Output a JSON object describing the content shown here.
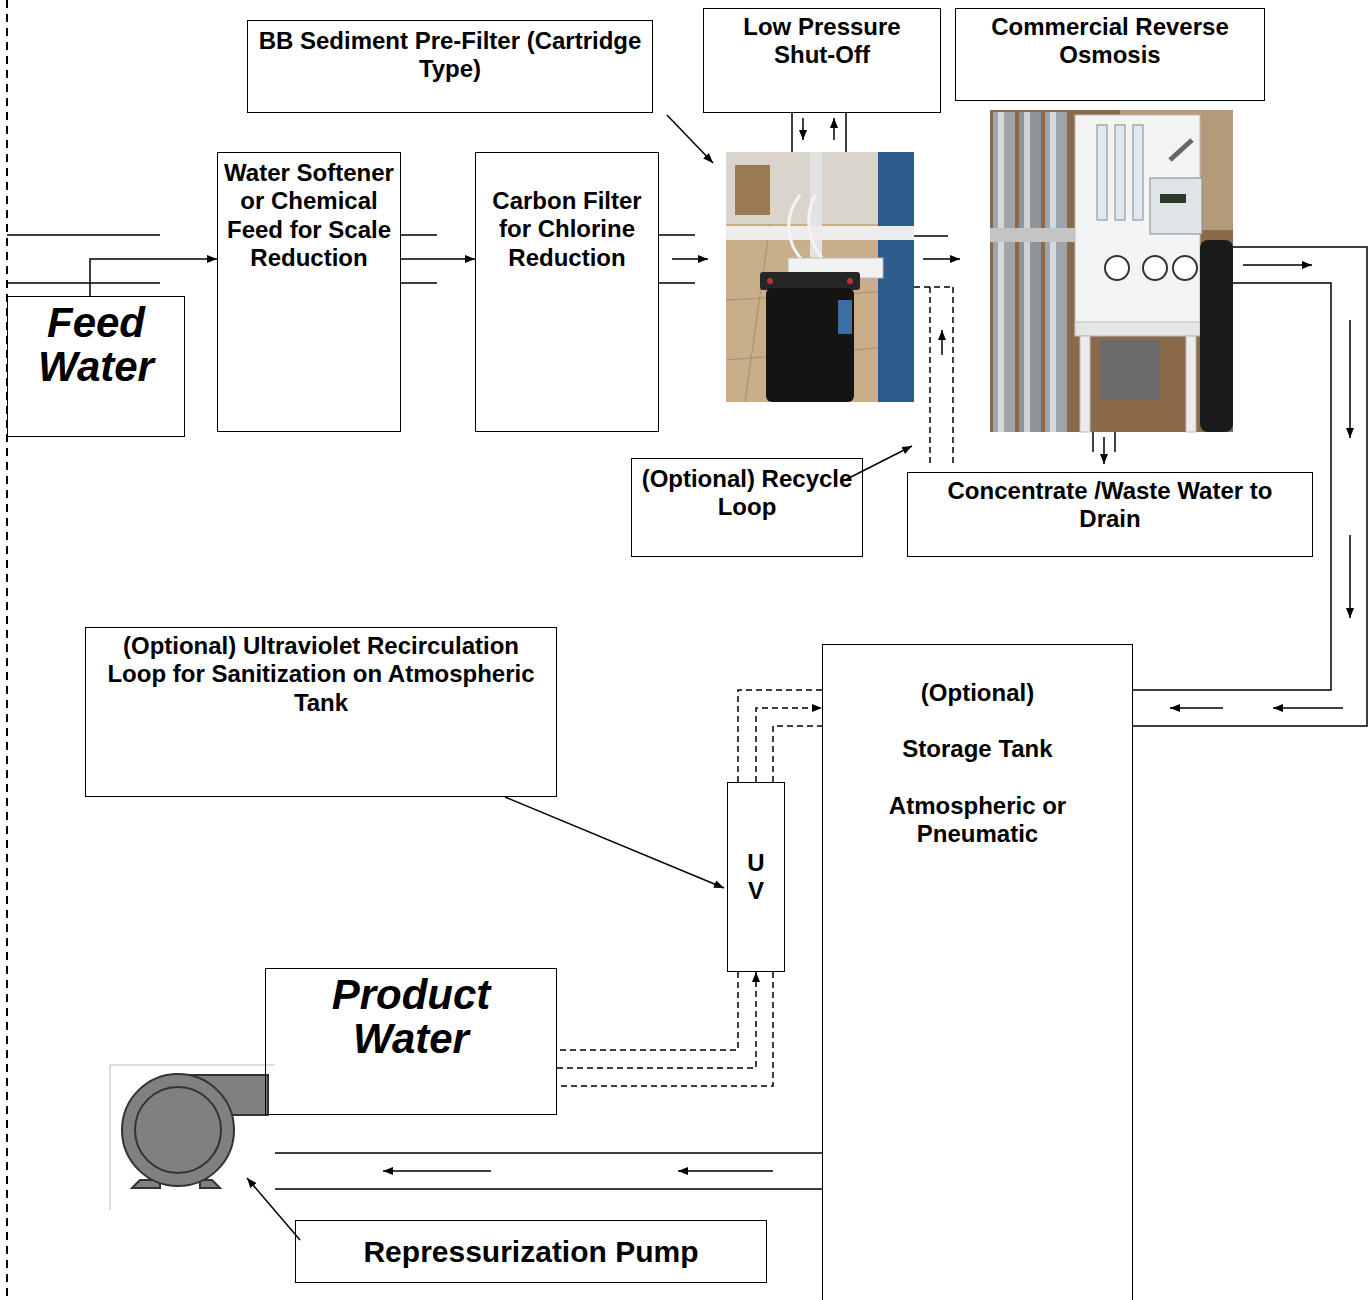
{
  "diagram": {
    "nodes": [
      {
        "text": [
          "Feed Water"
        ]
      },
      {
        "text": [
          "Water Softener or Chemical Feed for Scale Reduction"
        ]
      },
      {
        "text": [
          "Carbon Filter for Chlorine Reduction"
        ]
      },
      {
        "text": [
          "BB Sediment Pre-Filter (Cartridge Type)"
        ]
      },
      {
        "text": [
          "Low Pressure Shut-Off"
        ]
      },
      {
        "text": [
          "Commercial Reverse Osmosis"
        ]
      },
      {
        "text": [
          "(Optional) Recycle Loop"
        ]
      },
      {
        "text": [
          "Concentrate /Waste Water to Drain"
        ]
      },
      {
        "text": [
          "(Optional) Ultraviolet Recirculation Loop for Sanitization on Atmospheric Tank"
        ]
      },
      {
        "text": [
          "(Optional)",
          "Storage Tank",
          "Atmospheric or Pneumatic"
        ]
      },
      {
        "text": [
          "U V"
        ]
      },
      {
        "text": [
          "Product Water"
        ]
      },
      {
        "text": [
          "Repressurization Pump"
        ]
      }
    ],
    "edges": [
      {
        "from": 0,
        "to": 1,
        "arrow": "to"
      },
      {
        "from": 1,
        "to": 2,
        "arrow": "to"
      },
      {
        "from": 10,
        "to": 9,
        "arrow": "to"
      },
      {
        "from": 11,
        "to": 10,
        "arrow": "to"
      },
      {
        "from": 8,
        "to": 10,
        "arrow": "to"
      }
    ]
  }
}
